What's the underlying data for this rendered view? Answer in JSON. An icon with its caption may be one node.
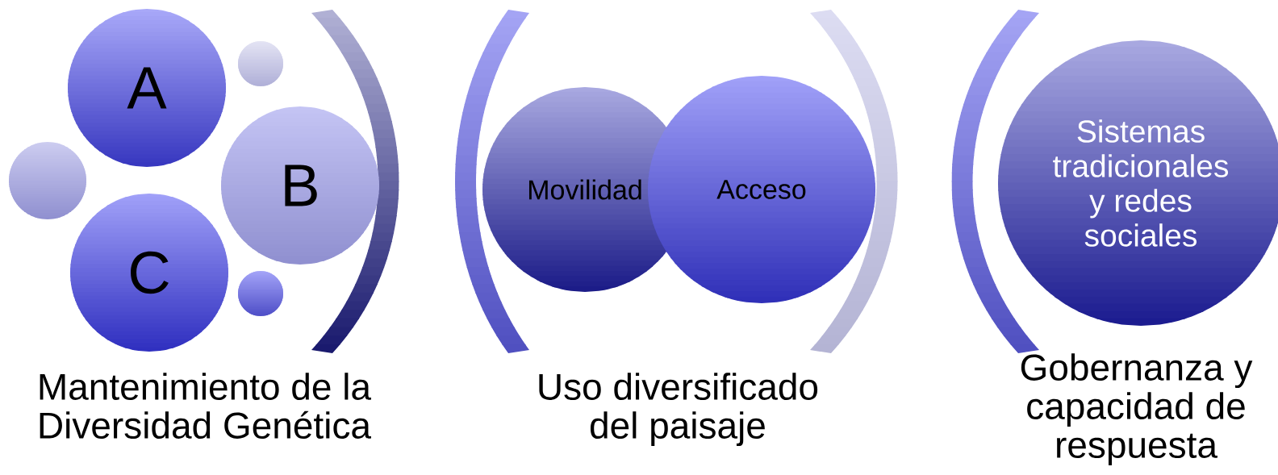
{
  "diagram": {
    "nodes": [
      {
        "text": [
          "A"
        ]
      },
      {
        "text": [
          "B"
        ]
      },
      {
        "text": [
          "C"
        ]
      },
      {
        "text": [],
        "shape": "circle"
      },
      {
        "text": [],
        "shape": "circle"
      },
      {
        "text": [],
        "shape": "circle"
      },
      {
        "text": [
          "Movilidad"
        ]
      },
      {
        "text": [
          "Acceso"
        ]
      },
      {
        "text": [
          "Sistemas tradicionales y redes sociales"
        ]
      }
    ],
    "labels": [
      "Mantenimiento de la Diversidad Genética",
      "Uso diversificado del paisaje",
      "Gobernanza y capacidad de respuesta"
    ]
  }
}
